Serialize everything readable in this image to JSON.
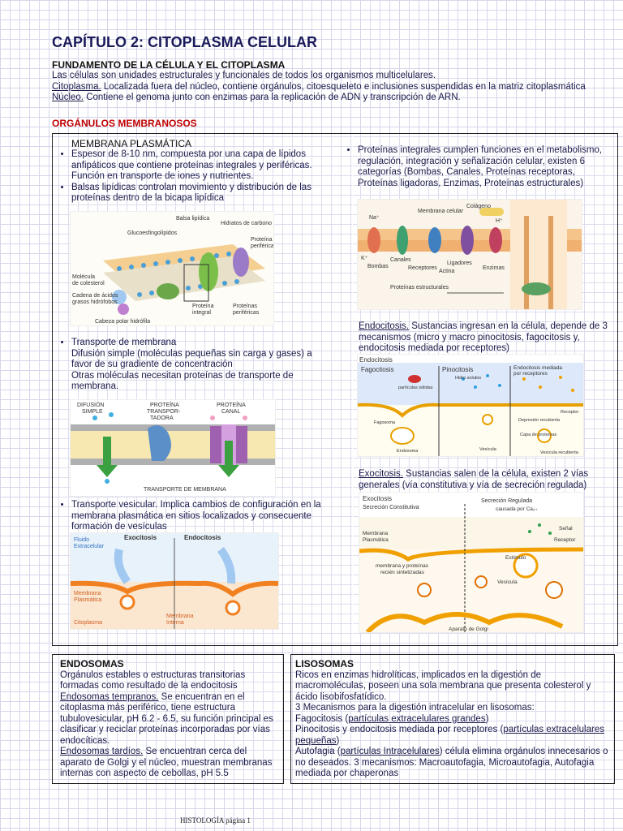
{
  "title": "CAPÍTULO 2: CITOPLASMA CELULAR",
  "fund": {
    "heading": "FUNDAMENTO DE LA CÉLULA Y EL CITOPLASMA",
    "line1": "Las células son unidades estructurales y funcionales de todos los organismos multicelulares.",
    "cito_term": "Citoplasma.",
    "cito_text": " Localizada fuera del núcleo, contiene orgánulos, citoesqueleto e inclusiones suspendidas en la matriz citoplasmática",
    "nucleo_term": "Núcleo.",
    "nucleo_text": " Contiene el genoma junto con enzimas para la replicación de ADN y transcripción de ARN."
  },
  "organulos_heading": "ORGÁNULOS MEMBRANOSOS",
  "membrana": {
    "heading": "MEMBRANA PLASMÁTICA",
    "b1": "Espesor de 8-10 nm, compuesta por una capa de lípidos anfipáticos que contiene proteínas integrales y periféricas. Función en transporte de iones y nutrientes.",
    "b2": "Balsas lipídicas controlan movimiento y distribución de las proteínas dentro de la bicapa lipídica",
    "b3": "Proteínas integrales cumplen funciones en el metabolismo, regulación, integración y señalización celular, existen 6 categorías (Bombas, Canales, Proteínas receptoras, Proteínas ligadoras, Enzimas, Proteínas estructurales)",
    "transp_b": "Transporte de membrana",
    "transp_l1": "Difusión simple (moléculas pequeñas sin carga y gases) a favor de su gradiente de concentración",
    "transp_l2": "Otras moléculas necesitan proteínas de transporte de membrana.",
    "vesic_b": "Transporte vesicular. Implica cambios de configuración en la membrana plasmática en sitios localizados y consecuente formación de vesículas",
    "endo_term": "Endocitosis.",
    "endo_text": " Sustancias ingresan en la célula, depende de 3 mecanismos (micro y macro pinocitosis, fagocitosis y, endocitosis mediada por receptores)",
    "exo_term": "Exocitosis.",
    "exo_text": " Sustancias salen de la célula, existen 2 vías generales (vía constitutiva y vía de secreción regulada)"
  },
  "fig_bilayer": {
    "labels": [
      "Balsa lipídica",
      "Hidratos de carbono",
      "Glucoesfingolípidos",
      "Proteína periférica",
      "Molécula de colesterol",
      "Cadena de ácidos grasos hidrófobos",
      "Proteína integral",
      "Proteínas periféricas",
      "Cabeza polar hidrófila"
    ]
  },
  "fig_integral": {
    "labels": [
      "Membrana celular",
      "Colágeno",
      "Na⁺",
      "K⁺",
      "H⁺",
      "Bombas",
      "Canales",
      "Receptores",
      "Actina",
      "Ligadores",
      "Enzimas",
      "Proteínas estructurales"
    ]
  },
  "fig_endo": {
    "title": "Endocitosis",
    "cols": [
      "Fagocitosis",
      "Pinocitosis",
      "Endocitosis mediada por receptores"
    ],
    "labels": [
      "partículas sólidas",
      "Hidro solutos",
      "Fagosoma",
      "Endosoma",
      "Vesícula",
      "Depresión recubierta",
      "Receptor",
      "Capa de proteínas",
      "Vesícula recubierta"
    ]
  },
  "fig_transport": {
    "heads": [
      "DIFUSIÓN SIMPLE",
      "PROTEÍNA TRANSPOR-TADORA",
      "PROTEÍNA CANAL"
    ],
    "bottom": "TRANSPORTE DE MEMBRANA"
  },
  "fig_exo": {
    "title": "Exocitosis",
    "top_left": "Secreción Constitutiva",
    "top_right": "Secreción Regulada",
    "sub_right": "causada por Ca₂₊",
    "labels": [
      "Membrana Plasmática",
      "Señal",
      "Receptor",
      "Estímulo",
      "membrana y proteínas recién sintetizadas",
      "Vesícula",
      "Aparato de Golgi"
    ]
  },
  "fig_vesic": {
    "labels": [
      "Fluido Extracelular",
      "Exocitosis",
      "Endocitosis",
      "Membrana Plasmática",
      "Citoplasma",
      "Membrana Interna"
    ]
  },
  "endosomas": {
    "heading": "ENDOSOMAS",
    "t1": "Orgánulos estables o estructuras transitorias formadas como resultado de la endocitosis",
    "temp_term": "Endosomas tempranos.",
    "temp_text": " Se encuentran en el citoplasma más periférico, tiene estructura tubulovesicular, pH 6.2 - 6.5, su función principal es clasificar y reciclar proteínas incorporadas por vías endocíticas.",
    "tard_term": "Endosomas tardíos.",
    "tard_text": "  Se encuentran cerca del aparato de Golgi y el núcleo, muestran membranas internas con aspecto de cebollas, pH 5.5"
  },
  "lisosomas": {
    "heading": "LISOSOMAS",
    "t1": "Ricos en enzimas hidrolíticas, implicados en la digestión de macromoléculas, poseen una sola membrana que presenta colesterol y ácido lisobifosfatídico.",
    "t2": "3 Mecanismos para la digestión intracelular en lisosomas:",
    "fago_pre": "Fagocitosis (",
    "fago_u": "partículas extracelulares grandes",
    "fago_post": ")",
    "pino_pre": "Pinocitosis y endocitosis mediada por receptores (",
    "pino_u": "partículas extracelulares pequeñas",
    "pino_post": ")",
    "auto_pre": "Autofagia (",
    "auto_u": "partículas Intracelulares",
    "auto_post": ") célula elimina orgánulos innecesarios o no deseados. 3 mecanismos: Macroautofagia, Microautofagia, Autofagia mediada por chaperonas"
  },
  "footer": "HISTOLOGÍA página 1"
}
